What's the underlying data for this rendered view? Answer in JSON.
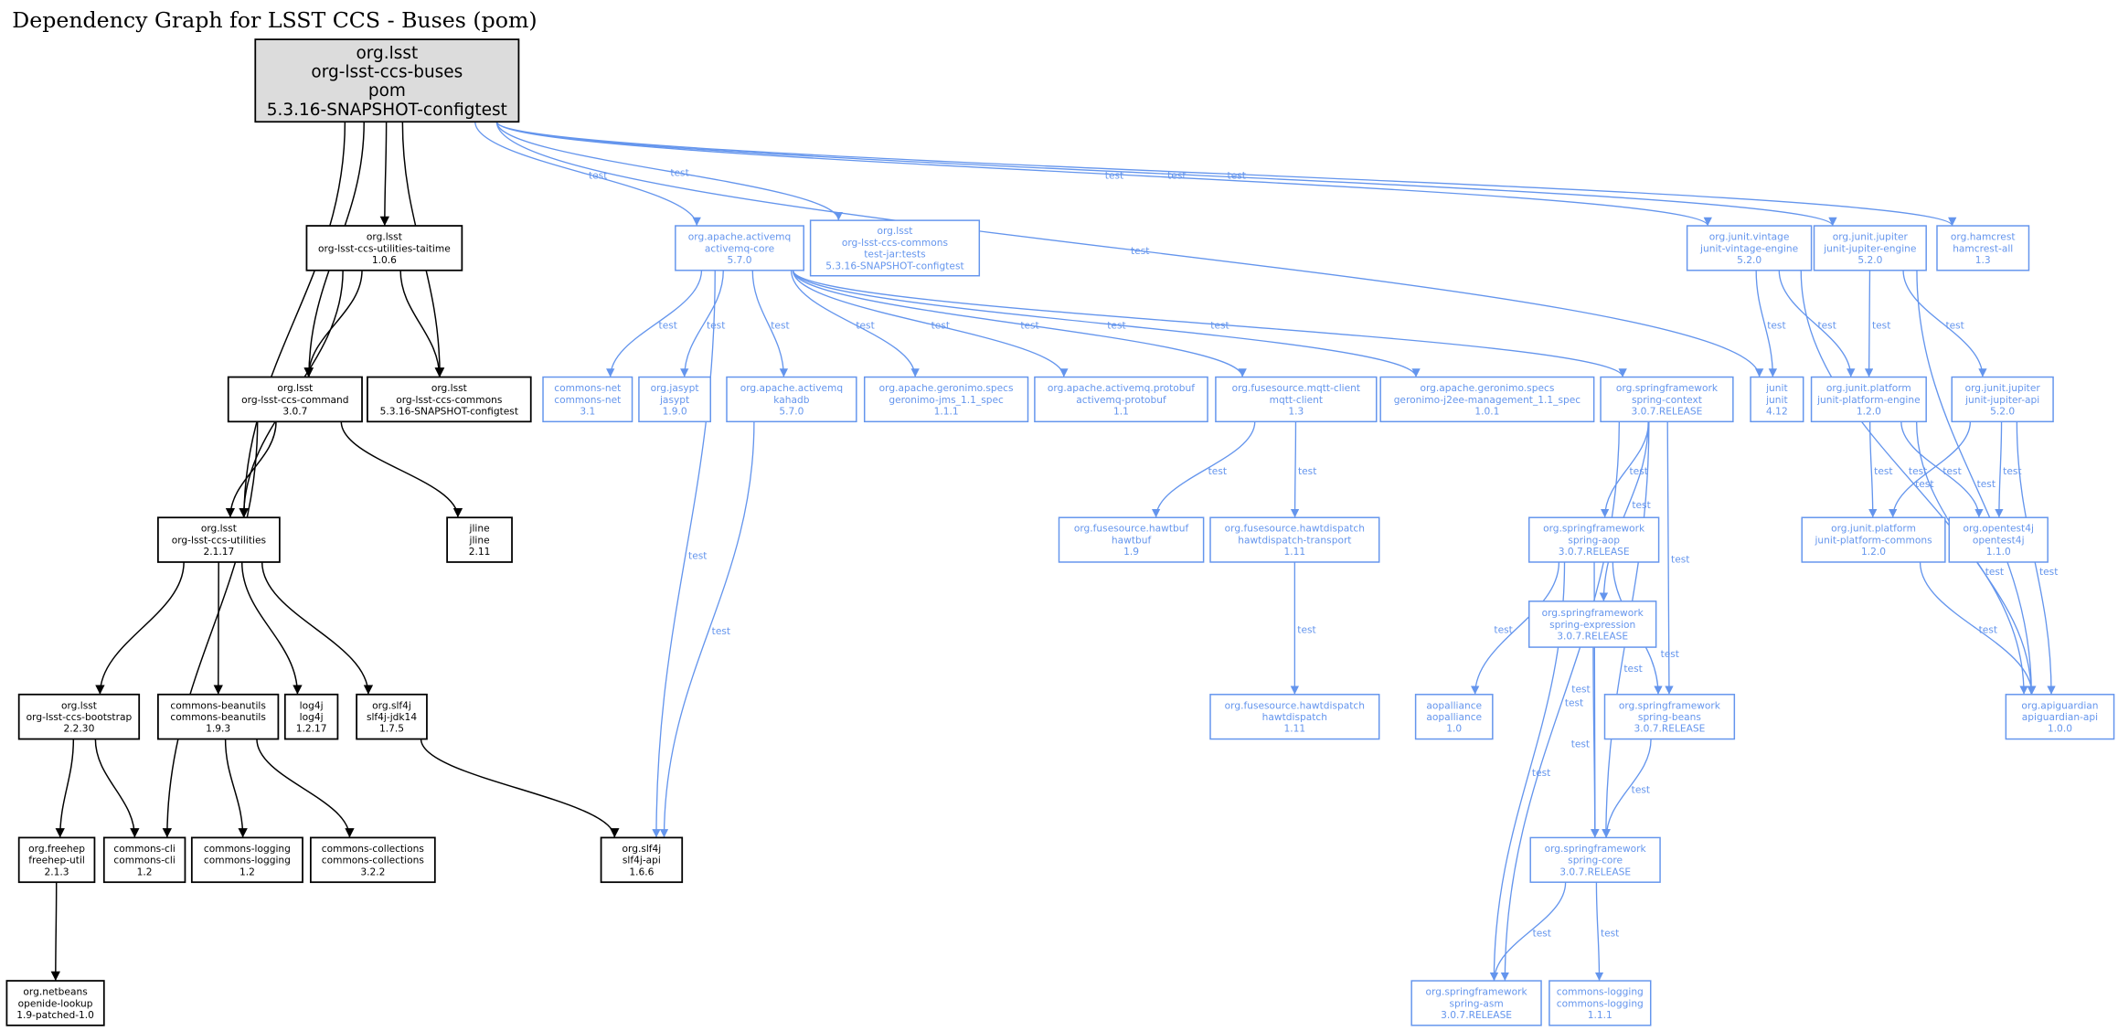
{
  "title": "Dependency Graph for LSST CCS - Buses (pom)",
  "colors": {
    "compile": "#000000",
    "test": "#6495ed",
    "root_fill": "#dcdcdc"
  },
  "nodes": [
    {
      "id": "root",
      "scope": "root",
      "lines": [
        "org.lsst",
        "org-lsst-ccs-buses",
        "pom",
        "5.3.16-SNAPSHOT-configtest"
      ]
    },
    {
      "id": "taitime",
      "scope": "compile",
      "lines": [
        "org.lsst",
        "org-lsst-ccs-utilities-taitime",
        "1.0.6"
      ]
    },
    {
      "id": "command",
      "scope": "compile",
      "lines": [
        "org.lsst",
        "org-lsst-ccs-command",
        "3.0.7"
      ]
    },
    {
      "id": "commons",
      "scope": "compile",
      "lines": [
        "org.lsst",
        "org-lsst-ccs-commons",
        "5.3.16-SNAPSHOT-configtest"
      ]
    },
    {
      "id": "utilities",
      "scope": "compile",
      "lines": [
        "org.lsst",
        "org-lsst-ccs-utilities",
        "2.1.17"
      ]
    },
    {
      "id": "jline",
      "scope": "compile",
      "lines": [
        "jline",
        "jline",
        "2.11"
      ]
    },
    {
      "id": "bootstrap",
      "scope": "compile",
      "lines": [
        "org.lsst",
        "org-lsst-ccs-bootstrap",
        "2.2.30"
      ]
    },
    {
      "id": "beanutils",
      "scope": "compile",
      "lines": [
        "commons-beanutils",
        "commons-beanutils",
        "1.9.3"
      ]
    },
    {
      "id": "log4j",
      "scope": "compile",
      "lines": [
        "log4j",
        "log4j",
        "1.2.17"
      ]
    },
    {
      "id": "slf4jjdk",
      "scope": "compile",
      "lines": [
        "org.slf4j",
        "slf4j-jdk14",
        "1.7.5"
      ]
    },
    {
      "id": "freehep",
      "scope": "compile",
      "lines": [
        "org.freehep",
        "freehep-util",
        "2.1.3"
      ]
    },
    {
      "id": "cli",
      "scope": "compile",
      "lines": [
        "commons-cli",
        "commons-cli",
        "1.2"
      ]
    },
    {
      "id": "logging12",
      "scope": "compile",
      "lines": [
        "commons-logging",
        "commons-logging",
        "1.2"
      ]
    },
    {
      "id": "collections",
      "scope": "compile",
      "lines": [
        "commons-collections",
        "commons-collections",
        "3.2.2"
      ]
    },
    {
      "id": "slf4japi",
      "scope": "compile",
      "lines": [
        "org.slf4j",
        "slf4j-api",
        "1.6.6"
      ]
    },
    {
      "id": "openide",
      "scope": "compile",
      "lines": [
        "org.netbeans",
        "openide-lookup",
        "1.9-patched-1.0"
      ]
    },
    {
      "id": "amqcore",
      "scope": "test",
      "lines": [
        "org.apache.activemq",
        "activemq-core",
        "5.7.0"
      ]
    },
    {
      "id": "commonstest",
      "scope": "test",
      "lines": [
        "org.lsst",
        "org-lsst-ccs-commons",
        "test-jar:tests",
        "5.3.16-SNAPSHOT-configtest"
      ]
    },
    {
      "id": "net",
      "scope": "test",
      "lines": [
        "commons-net",
        "commons-net",
        "3.1"
      ]
    },
    {
      "id": "jasypt",
      "scope": "test",
      "lines": [
        "org.jasypt",
        "jasypt",
        "1.9.0"
      ]
    },
    {
      "id": "kahadb",
      "scope": "test",
      "lines": [
        "org.apache.activemq",
        "kahadb",
        "5.7.0"
      ]
    },
    {
      "id": "gjms",
      "scope": "test",
      "lines": [
        "org.apache.geronimo.specs",
        "geronimo-jms_1.1_spec",
        "1.1.1"
      ]
    },
    {
      "id": "protobuf",
      "scope": "test",
      "lines": [
        "org.apache.activemq.protobuf",
        "activemq-protobuf",
        "1.1"
      ]
    },
    {
      "id": "mqtt",
      "scope": "test",
      "lines": [
        "org.fusesource.mqtt-client",
        "mqtt-client",
        "1.3"
      ]
    },
    {
      "id": "gj2ee",
      "scope": "test",
      "lines": [
        "org.apache.geronimo.specs",
        "geronimo-j2ee-management_1.1_spec",
        "1.0.1"
      ]
    },
    {
      "id": "sctx",
      "scope": "test",
      "lines": [
        "org.springframework",
        "spring-context",
        "3.0.7.RELEASE"
      ]
    },
    {
      "id": "junit",
      "scope": "test",
      "lines": [
        "junit",
        "junit",
        "4.12"
      ]
    },
    {
      "id": "vintage",
      "scope": "test",
      "lines": [
        "org.junit.vintage",
        "junit-vintage-engine",
        "5.2.0"
      ]
    },
    {
      "id": "jengine",
      "scope": "test",
      "lines": [
        "org.junit.jupiter",
        "junit-jupiter-engine",
        "5.2.0"
      ]
    },
    {
      "id": "hamcrest",
      "scope": "test",
      "lines": [
        "org.hamcrest",
        "hamcrest-all",
        "1.3"
      ]
    },
    {
      "id": "pengine",
      "scope": "test",
      "lines": [
        "org.junit.platform",
        "junit-platform-engine",
        "1.2.0"
      ]
    },
    {
      "id": "japi",
      "scope": "test",
      "lines": [
        "org.junit.jupiter",
        "junit-jupiter-api",
        "5.2.0"
      ]
    },
    {
      "id": "hawtbuf",
      "scope": "test",
      "lines": [
        "org.fusesource.hawtbuf",
        "hawtbuf",
        "1.9"
      ]
    },
    {
      "id": "hdtransport",
      "scope": "test",
      "lines": [
        "org.fusesource.hawtdispatch",
        "hawtdispatch-transport",
        "1.11"
      ]
    },
    {
      "id": "saop",
      "scope": "test",
      "lines": [
        "org.springframework",
        "spring-aop",
        "3.0.7.RELEASE"
      ]
    },
    {
      "id": "sexpr",
      "scope": "test",
      "lines": [
        "org.springframework",
        "spring-expression",
        "3.0.7.RELEASE"
      ]
    },
    {
      "id": "pcommons",
      "scope": "test",
      "lines": [
        "org.junit.platform",
        "junit-platform-commons",
        "1.2.0"
      ]
    },
    {
      "id": "opentest",
      "scope": "test",
      "lines": [
        "org.opentest4j",
        "opentest4j",
        "1.1.0"
      ]
    },
    {
      "id": "aopalliance",
      "scope": "test",
      "lines": [
        "aopalliance",
        "aopalliance",
        "1.0"
      ]
    },
    {
      "id": "sbeans",
      "scope": "test",
      "lines": [
        "org.springframework",
        "spring-beans",
        "3.0.7.RELEASE"
      ]
    },
    {
      "id": "hawtdispatch",
      "scope": "test",
      "lines": [
        "org.fusesource.hawtdispatch",
        "hawtdispatch",
        "1.11"
      ]
    },
    {
      "id": "apiguardian",
      "scope": "test",
      "lines": [
        "org.apiguardian",
        "apiguardian-api",
        "1.0.0"
      ]
    },
    {
      "id": "score",
      "scope": "test",
      "lines": [
        "org.springframework",
        "spring-core",
        "3.0.7.RELEASE"
      ]
    },
    {
      "id": "sasm",
      "scope": "test",
      "lines": [
        "org.springframework",
        "spring-asm",
        "3.0.7.RELEASE"
      ]
    },
    {
      "id": "logging111",
      "scope": "test",
      "lines": [
        "commons-logging",
        "commons-logging",
        "1.1.1"
      ]
    }
  ],
  "edges": [
    {
      "from": "root",
      "to": "taitime",
      "label": ""
    },
    {
      "from": "root",
      "to": "command",
      "label": ""
    },
    {
      "from": "root",
      "to": "commons",
      "label": ""
    },
    {
      "from": "root",
      "to": "utilities",
      "label": ""
    },
    {
      "from": "taitime",
      "to": "command",
      "label": ""
    },
    {
      "from": "taitime",
      "to": "commons",
      "label": ""
    },
    {
      "from": "taitime",
      "to": "utilities",
      "label": ""
    },
    {
      "from": "command",
      "to": "utilities",
      "label": ""
    },
    {
      "from": "command",
      "to": "jline",
      "label": ""
    },
    {
      "from": "command",
      "to": "cli",
      "label": ""
    },
    {
      "from": "utilities",
      "to": "bootstrap",
      "label": ""
    },
    {
      "from": "utilities",
      "to": "beanutils",
      "label": ""
    },
    {
      "from": "utilities",
      "to": "log4j",
      "label": ""
    },
    {
      "from": "utilities",
      "to": "slf4jjdk",
      "label": ""
    },
    {
      "from": "bootstrap",
      "to": "freehep",
      "label": ""
    },
    {
      "from": "bootstrap",
      "to": "cli",
      "label": ""
    },
    {
      "from": "beanutils",
      "to": "logging12",
      "label": ""
    },
    {
      "from": "beanutils",
      "to": "collections",
      "label": ""
    },
    {
      "from": "slf4jjdk",
      "to": "slf4japi",
      "label": ""
    },
    {
      "from": "freehep",
      "to": "openide",
      "label": ""
    },
    {
      "from": "root",
      "to": "amqcore",
      "label": "test"
    },
    {
      "from": "root",
      "to": "commonstest",
      "label": "test"
    },
    {
      "from": "root",
      "to": "junit",
      "label": "test"
    },
    {
      "from": "root",
      "to": "vintage",
      "label": "test"
    },
    {
      "from": "root",
      "to": "jengine",
      "label": "test"
    },
    {
      "from": "root",
      "to": "hamcrest",
      "label": "test"
    },
    {
      "from": "amqcore",
      "to": "net",
      "label": "test"
    },
    {
      "from": "amqcore",
      "to": "jasypt",
      "label": "test"
    },
    {
      "from": "amqcore",
      "to": "kahadb",
      "label": "test"
    },
    {
      "from": "amqcore",
      "to": "gjms",
      "label": "test"
    },
    {
      "from": "amqcore",
      "to": "protobuf",
      "label": "test"
    },
    {
      "from": "amqcore",
      "to": "mqtt",
      "label": "test"
    },
    {
      "from": "amqcore",
      "to": "gj2ee",
      "label": "test"
    },
    {
      "from": "amqcore",
      "to": "sctx",
      "label": "test"
    },
    {
      "from": "amqcore",
      "to": "slf4japi",
      "label": "test"
    },
    {
      "from": "kahadb",
      "to": "slf4japi",
      "label": "test"
    },
    {
      "from": "mqtt",
      "to": "hawtbuf",
      "label": "test"
    },
    {
      "from": "mqtt",
      "to": "hdtransport",
      "label": "test"
    },
    {
      "from": "hdtransport",
      "to": "hawtdispatch",
      "label": "test"
    },
    {
      "from": "sctx",
      "to": "saop",
      "label": "test"
    },
    {
      "from": "sctx",
      "to": "sexpr",
      "label": "test"
    },
    {
      "from": "sctx",
      "to": "sbeans",
      "label": "test"
    },
    {
      "from": "sctx",
      "to": "score",
      "label": "test"
    },
    {
      "from": "sctx",
      "to": "sasm",
      "label": "test"
    },
    {
      "from": "saop",
      "to": "aopalliance",
      "label": "test"
    },
    {
      "from": "saop",
      "to": "sasm",
      "label": "test"
    },
    {
      "from": "saop",
      "to": "score",
      "label": "test"
    },
    {
      "from": "saop",
      "to": "sbeans",
      "label": "test"
    },
    {
      "from": "sexpr",
      "to": "score",
      "label": "test"
    },
    {
      "from": "sbeans",
      "to": "score",
      "label": "test"
    },
    {
      "from": "score",
      "to": "sasm",
      "label": "test"
    },
    {
      "from": "score",
      "to": "logging111",
      "label": "test"
    },
    {
      "from": "vintage",
      "to": "junit",
      "label": "test"
    },
    {
      "from": "vintage",
      "to": "pengine",
      "label": "test"
    },
    {
      "from": "vintage",
      "to": "apiguardian",
      "label": "test"
    },
    {
      "from": "jengine",
      "to": "pengine",
      "label": "test"
    },
    {
      "from": "jengine",
      "to": "japi",
      "label": "test"
    },
    {
      "from": "jengine",
      "to": "apiguardian",
      "label": "test"
    },
    {
      "from": "pengine",
      "to": "pcommons",
      "label": "test"
    },
    {
      "from": "pengine",
      "to": "opentest",
      "label": "test"
    },
    {
      "from": "pengine",
      "to": "apiguardian",
      "label": "test"
    },
    {
      "from": "japi",
      "to": "pcommons",
      "label": "test"
    },
    {
      "from": "japi",
      "to": "opentest",
      "label": "test"
    },
    {
      "from": "japi",
      "to": "apiguardian",
      "label": "test"
    },
    {
      "from": "pcommons",
      "to": "apiguardian",
      "label": "test"
    }
  ]
}
